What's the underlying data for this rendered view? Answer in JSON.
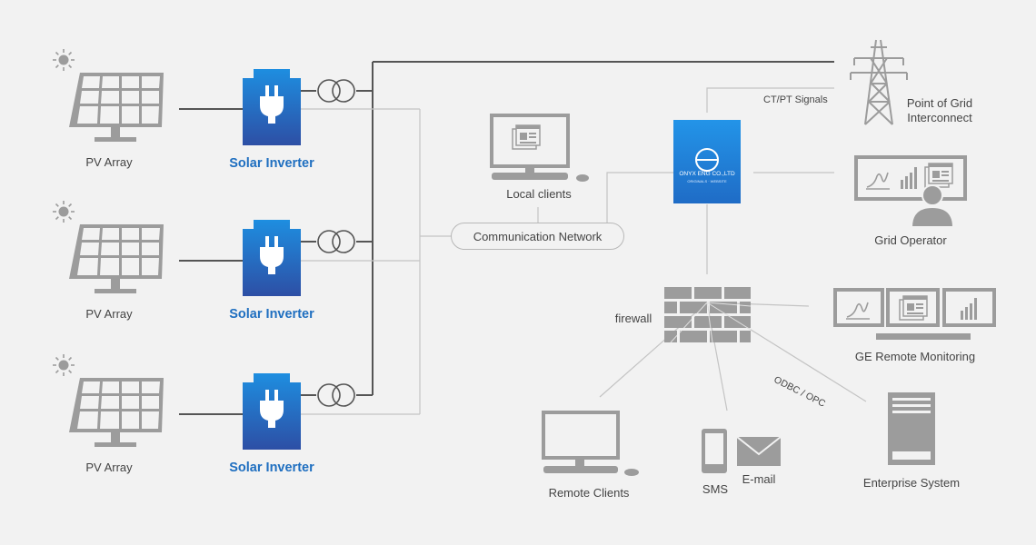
{
  "pv_arrays": [
    {
      "label": "PV Array",
      "inverter_label": "Solar Inverter"
    },
    {
      "label": "PV Array",
      "inverter_label": "Solar Inverter"
    },
    {
      "label": "PV Array",
      "inverter_label": "Solar Inverter"
    }
  ],
  "grid": {
    "point_label_line1": "Point of Grid",
    "point_label_line2": "Interconnect",
    "signals_label": "CT/PT Signals"
  },
  "controller": {
    "brand": "ONYX ENG CO.,LTD",
    "brand_sub": "ORIGINALS · WEBSITE"
  },
  "network": {
    "communication_label": "Communication Network",
    "local_clients_label": "Local clients"
  },
  "operator": {
    "label": "Grid Operator"
  },
  "firewall": {
    "label": "firewall"
  },
  "remote": {
    "monitoring_label": "GE Remote Monitoring",
    "clients_label": "Remote Clients",
    "sms_label": "SMS",
    "email_label": "E-mail",
    "protocol_label": "ODBC / OPC",
    "enterprise_label": "Enterprise System"
  },
  "colors": {
    "line_dark": "#555555",
    "line_light": "#c4c4c4",
    "icon_gray": "#9c9c9c",
    "inverter_blue": "#2a62b8",
    "accent_blue": "#1f6fc0"
  }
}
